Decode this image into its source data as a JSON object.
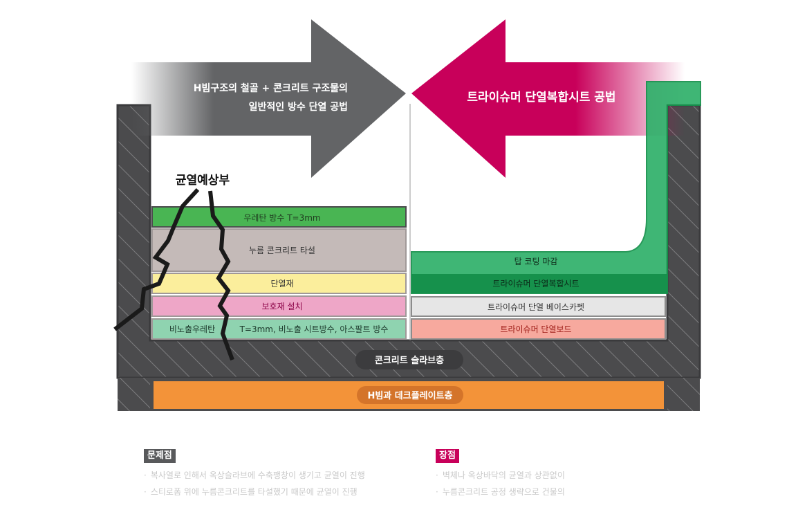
{
  "colors": {
    "arrow_gray": "#636466",
    "arrow_pink": "#c8005a",
    "wall_dark": "#4b4b4d",
    "green_urethane": "#49b553",
    "gray_concrete": "#c4bab8",
    "yellow_insulation": "#fbee9c",
    "pink_protection": "#eea6c7",
    "mint_nonexposed": "#8fd3b0",
    "green_topcoat": "#2fb06a",
    "green_sheet": "#16914c",
    "gray_basecap": "#e6e6e6",
    "salmon_board": "#f7a99e",
    "orange_deck": "#f39339"
  },
  "diagram": {
    "left_arrow": {
      "line1": "H빔구조의 철골 + 콘크리트 구조물의",
      "line2": "일반적인 방수 단열 공법"
    },
    "right_arrow": {
      "label": "트라이슈머 단열복합시트 공법"
    },
    "crack_label": "균열예상부",
    "left_layers": {
      "urethane": "우레탄 방수 T=3mm",
      "concrete": "누름 콘크리트 타설",
      "insulation": "단열재",
      "protection": "보호재 설치",
      "nonexposed_a": "비노출우레탄",
      "nonexposed_b": "T=3mm, 비노출 시트방수, 아스팔트 방수"
    },
    "right_layers": {
      "topcoat": "탑 코팅 마감",
      "sheet": "트라이슈머 단열복합시트",
      "basecap": "트라이슈머 단열 베이스카펫",
      "board": "트라이슈머 단열보드"
    },
    "slab_label": "콘크리트 슬라브층",
    "deck_label": "H빔과 데크플레이트층"
  },
  "notes": {
    "problems": {
      "title": "문제점",
      "items": [
        "복사열로 인해서 옥상슬라브에 수축팽창이 생기고 균열이 진행",
        "스티로폼 위에 누름콘크리트를 타설했기 때문에 균열이 진행"
      ]
    },
    "advantages": {
      "title": "장점",
      "items": [
        "벽체나 옥상바닥의 균열과 상관없이",
        "누름콘크리트 공정 생략으로 건물의"
      ]
    }
  }
}
